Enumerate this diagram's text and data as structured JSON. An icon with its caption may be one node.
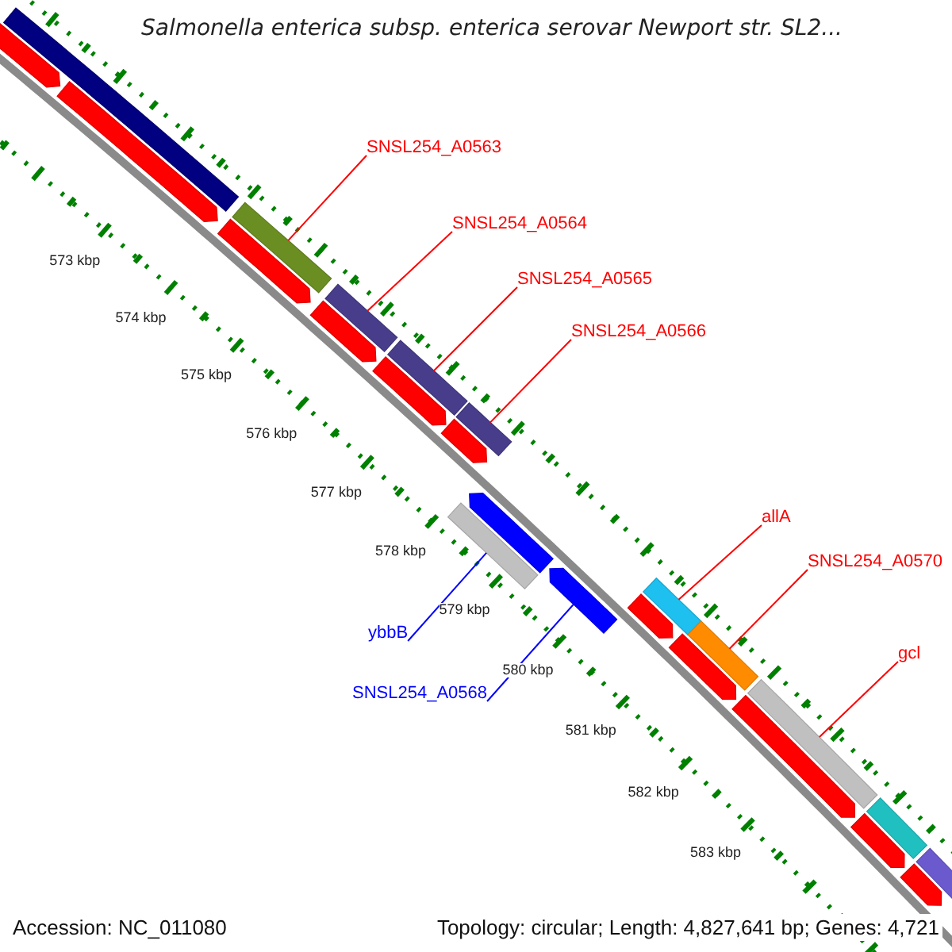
{
  "diagram": {
    "title": "Salmonella enterica subsp. enterica serovar Newport str. SL2...",
    "nodes": [
      {
        "text": [],
        "shape": "bar"
      },
      {
        "text": [],
        "shape": "arrow"
      },
      {
        "text": [],
        "shape": "arrow"
      },
      {
        "text": [
          "SNSL254_A0563"
        ]
      },
      {
        "text": [],
        "shape": "bar"
      },
      {
        "text": [],
        "shape": "arrow"
      },
      {
        "text": [
          "SNSL254_A0564"
        ]
      },
      {
        "text": [],
        "shape": "bar"
      },
      {
        "text": [],
        "shape": "arrow"
      },
      {
        "text": [
          "SNSL254_A0565"
        ]
      },
      {
        "text": [],
        "shape": "bar"
      },
      {
        "text": [],
        "shape": "arrow"
      },
      {
        "text": [
          "SNSL254_A0566"
        ]
      },
      {
        "text": [],
        "shape": "bar"
      },
      {
        "text": [],
        "shape": "arrow"
      },
      {
        "text": [],
        "shape": "arrow"
      },
      {
        "text": [],
        "shape": "bar"
      },
      {
        "text": [
          "ybbB"
        ]
      },
      {
        "text": [],
        "shape": "arrow"
      },
      {
        "text": [
          "SNSL254_A0568"
        ]
      },
      {
        "text": [
          "allA"
        ]
      },
      {
        "text": [],
        "shape": "bar"
      },
      {
        "text": [],
        "shape": "arrow"
      },
      {
        "text": [
          "SNSL254_A0570"
        ]
      },
      {
        "text": [],
        "shape": "bar"
      },
      {
        "text": [],
        "shape": "arrow"
      },
      {
        "text": [
          "gcl"
        ]
      },
      {
        "text": [],
        "shape": "bar"
      },
      {
        "text": [],
        "shape": "arrow"
      },
      {
        "text": [],
        "shape": "bar"
      },
      {
        "text": [],
        "shape": "arrow"
      },
      {
        "text": [],
        "shape": "bar"
      },
      {
        "text": [],
        "shape": "arrow"
      }
    ],
    "edges": [
      {
        "from": 3,
        "to": 4,
        "arrow": "none"
      },
      {
        "from": 6,
        "to": 7,
        "arrow": "none"
      },
      {
        "from": 9,
        "to": 10,
        "arrow": "none"
      },
      {
        "from": 12,
        "to": 13,
        "arrow": "none"
      },
      {
        "from": 17,
        "to": 16,
        "arrow": "none",
        "color": "#0000ff"
      },
      {
        "from": 19,
        "to": 18,
        "arrow": "none",
        "color": "#0000ff"
      },
      {
        "from": 20,
        "to": 21,
        "arrow": "none"
      },
      {
        "from": 23,
        "to": 24,
        "arrow": "none"
      },
      {
        "from": 26,
        "to": 27,
        "arrow": "none"
      }
    ],
    "labels": [
      "573 kbp",
      "574 kbp",
      "575 kbp",
      "576 kbp",
      "577 kbp",
      "578 kbp",
      "579 kbp",
      "580 kbp",
      "581 kbp",
      "582 kbp",
      "583 kbp",
      "Accession: NC_011080",
      "Topology: circular; Length: 4,827,641 bp; Genes: 4,721"
    ]
  }
}
